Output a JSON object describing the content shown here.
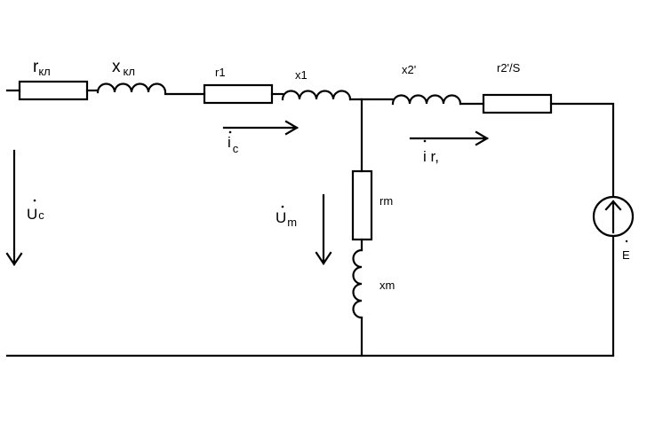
{
  "diagram": {
    "resistors": {
      "r_kl": {
        "main": "r",
        "sub": "кл"
      },
      "r1": "r1",
      "r2s": "r2'/S",
      "rm": "rm"
    },
    "inductors": {
      "x_kl": {
        "main": "x",
        "sub": "кл"
      },
      "x1": "x1",
      "x2": "x2'",
      "xm": "xm"
    },
    "currents": {
      "ic": {
        "main": "i",
        "sub": "c"
      },
      "ir": "i r,"
    },
    "voltages": {
      "uc": {
        "main": "U",
        "sub": "c"
      },
      "um": {
        "main": "U",
        "sub": "m"
      }
    },
    "source": {
      "label": "E",
      "arrow_direction": "up"
    },
    "colors": {
      "stroke": "#000000",
      "background": "#ffffff"
    }
  }
}
